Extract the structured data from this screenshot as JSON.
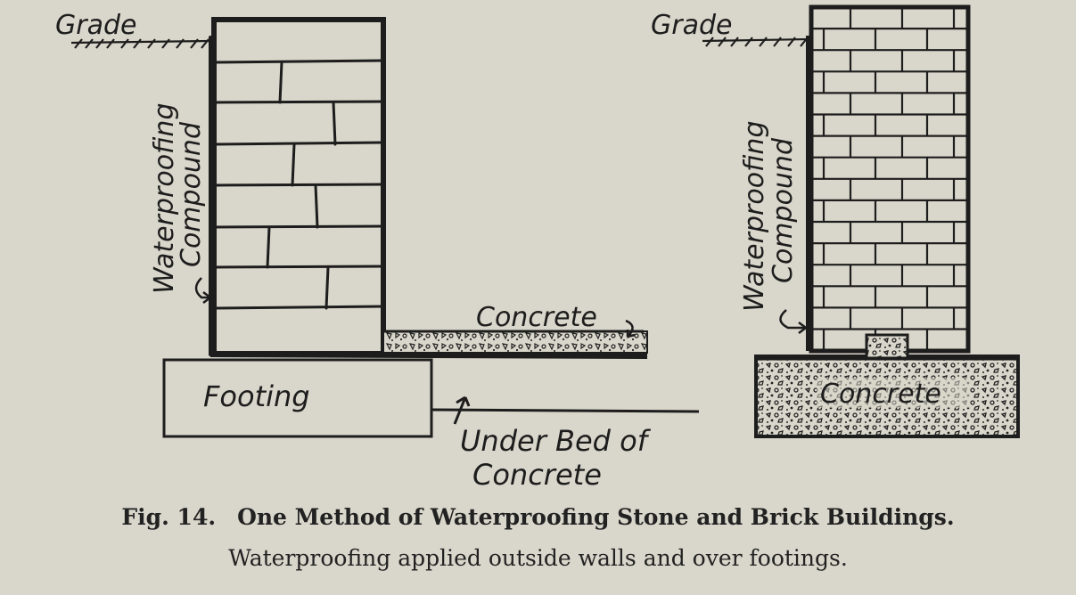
{
  "left_diagram": {
    "grade_label": "Grade",
    "waterproofing_label_line1": "Waterproofing",
    "waterproofing_label_line2": "Compound",
    "concrete_label": "Concrete",
    "footing_label": "Footing",
    "under_bed_line1": "Under Bed of",
    "under_bed_line2": "Concrete"
  },
  "right_diagram": {
    "grade_label": "Grade",
    "waterproofing_label_line1": "Waterproofing",
    "waterproofing_label_line2": "Compound",
    "concrete_label": "Concrete"
  },
  "caption": {
    "figure_number": "Fig. 14.",
    "title": "One Method of Waterproofing Stone and Brick Buildings.",
    "subtitle": "Waterproofing applied outside walls and over footings."
  }
}
